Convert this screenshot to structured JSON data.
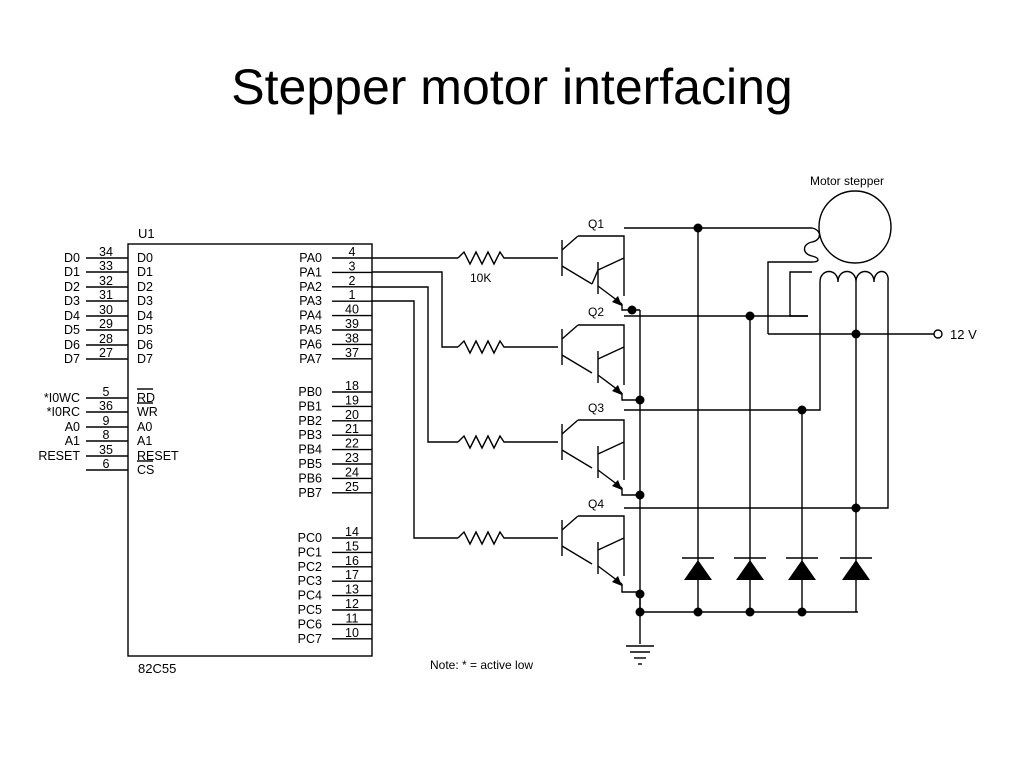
{
  "title": "Stepper motor interfacing",
  "chip": {
    "ref": "U1",
    "part": "82C55",
    "left_pins": [
      {
        "ext": "D0",
        "num": "34",
        "name": "D0"
      },
      {
        "ext": "D1",
        "num": "33",
        "name": "D1"
      },
      {
        "ext": "D2",
        "num": "32",
        "name": "D2"
      },
      {
        "ext": "D3",
        "num": "31",
        "name": "D3"
      },
      {
        "ext": "D4",
        "num": "30",
        "name": "D4"
      },
      {
        "ext": "D5",
        "num": "29",
        "name": "D5"
      },
      {
        "ext": "D6",
        "num": "28",
        "name": "D6"
      },
      {
        "ext": "D7",
        "num": "27",
        "name": "D7"
      },
      {
        "ext": "*I0WC",
        "num": "5",
        "name": "RD"
      },
      {
        "ext": "*I0RC",
        "num": "36",
        "name": "WR"
      },
      {
        "ext": "A0",
        "num": "9",
        "name": "A0"
      },
      {
        "ext": "A1",
        "num": "8",
        "name": "A1"
      },
      {
        "ext": "RESET",
        "num": "35",
        "name": "RESET"
      },
      {
        "ext": "",
        "num": "6",
        "name": "CS"
      }
    ],
    "right_pins": [
      {
        "name": "PA0",
        "num": "4"
      },
      {
        "name": "PA1",
        "num": "3"
      },
      {
        "name": "PA2",
        "num": "2"
      },
      {
        "name": "PA3",
        "num": "1"
      },
      {
        "name": "PA4",
        "num": "40"
      },
      {
        "name": "PA5",
        "num": "39"
      },
      {
        "name": "PA6",
        "num": "38"
      },
      {
        "name": "PA7",
        "num": "37"
      },
      {
        "name": "PB0",
        "num": "18"
      },
      {
        "name": "PB1",
        "num": "19"
      },
      {
        "name": "PB2",
        "num": "20"
      },
      {
        "name": "PB3",
        "num": "21"
      },
      {
        "name": "PB4",
        "num": "22"
      },
      {
        "name": "PB5",
        "num": "23"
      },
      {
        "name": "PB6",
        "num": "24"
      },
      {
        "name": "PB7",
        "num": "25"
      },
      {
        "name": "PC0",
        "num": "14"
      },
      {
        "name": "PC1",
        "num": "15"
      },
      {
        "name": "PC2",
        "num": "16"
      },
      {
        "name": "PC3",
        "num": "17"
      },
      {
        "name": "PC4",
        "num": "13"
      },
      {
        "name": "PC5",
        "num": "12"
      },
      {
        "name": "PC6",
        "num": "11"
      },
      {
        "name": "PC7",
        "num": "10"
      }
    ]
  },
  "transistors": [
    "Q1",
    "Q2",
    "Q3",
    "Q4"
  ],
  "resistor_label": "10K",
  "motor_label": "Motor stepper",
  "supply_label": "12 V",
  "note": "Note: * = active low"
}
